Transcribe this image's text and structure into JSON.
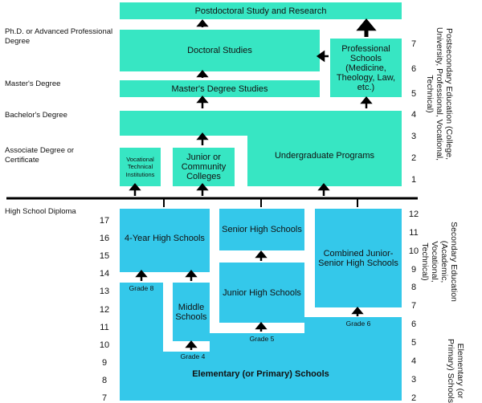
{
  "degrees": {
    "phd": "Ph.D. or Advanced Professional Degree",
    "masters": "Master's Degree",
    "bachelors": "Bachelor's Degree",
    "associate": "Associate Degree or Certificate",
    "hs_diploma": "High School Diploma"
  },
  "post": {
    "postdoc": "Postdoctoral Study and Research",
    "doctoral": "Doctoral Studies",
    "masters_studies": "Master's Degree Studies",
    "professional": "Professional Schools (Medicine, Theology, Law, etc.)",
    "vocational": "Vocational Technical Institutions",
    "junior_college": "Junior or Community Colleges",
    "undergrad": "Undergraduate Programs"
  },
  "secondary": {
    "four_year": "4-Year High Schools",
    "senior_high": "Senior High Schools",
    "combined": "Combined Junior-Senior High Schools",
    "middle": "Middle Schools",
    "junior_high": "Junior High Schools",
    "elementary": "Elementary (or Primary) Schools"
  },
  "grades": {
    "g8": "Grade 8",
    "g4": "Grade 4",
    "g5": "Grade 5",
    "g6": "Grade 6"
  },
  "side_labels": {
    "post": "Postsecondary Education (College, University, Professional, Vocational, Technical)",
    "sec": "Secondary Education (Academic, Vocational, Technical)",
    "elem": "Elementary (or Primary) Schools"
  },
  "post_years": [
    "7",
    "6",
    "5",
    "4",
    "3",
    "2",
    "1"
  ],
  "ages": [
    "17",
    "16",
    "15",
    "14",
    "13",
    "12",
    "11",
    "10",
    "9",
    "8",
    "7"
  ],
  "grade_levels": [
    "12",
    "11",
    "10",
    "9",
    "8",
    "7",
    "6",
    "5",
    "4",
    "3",
    "2"
  ],
  "colors": {
    "postsecondary": "#37e6c3",
    "secondary": "#34c8ea",
    "line": "#000000"
  }
}
